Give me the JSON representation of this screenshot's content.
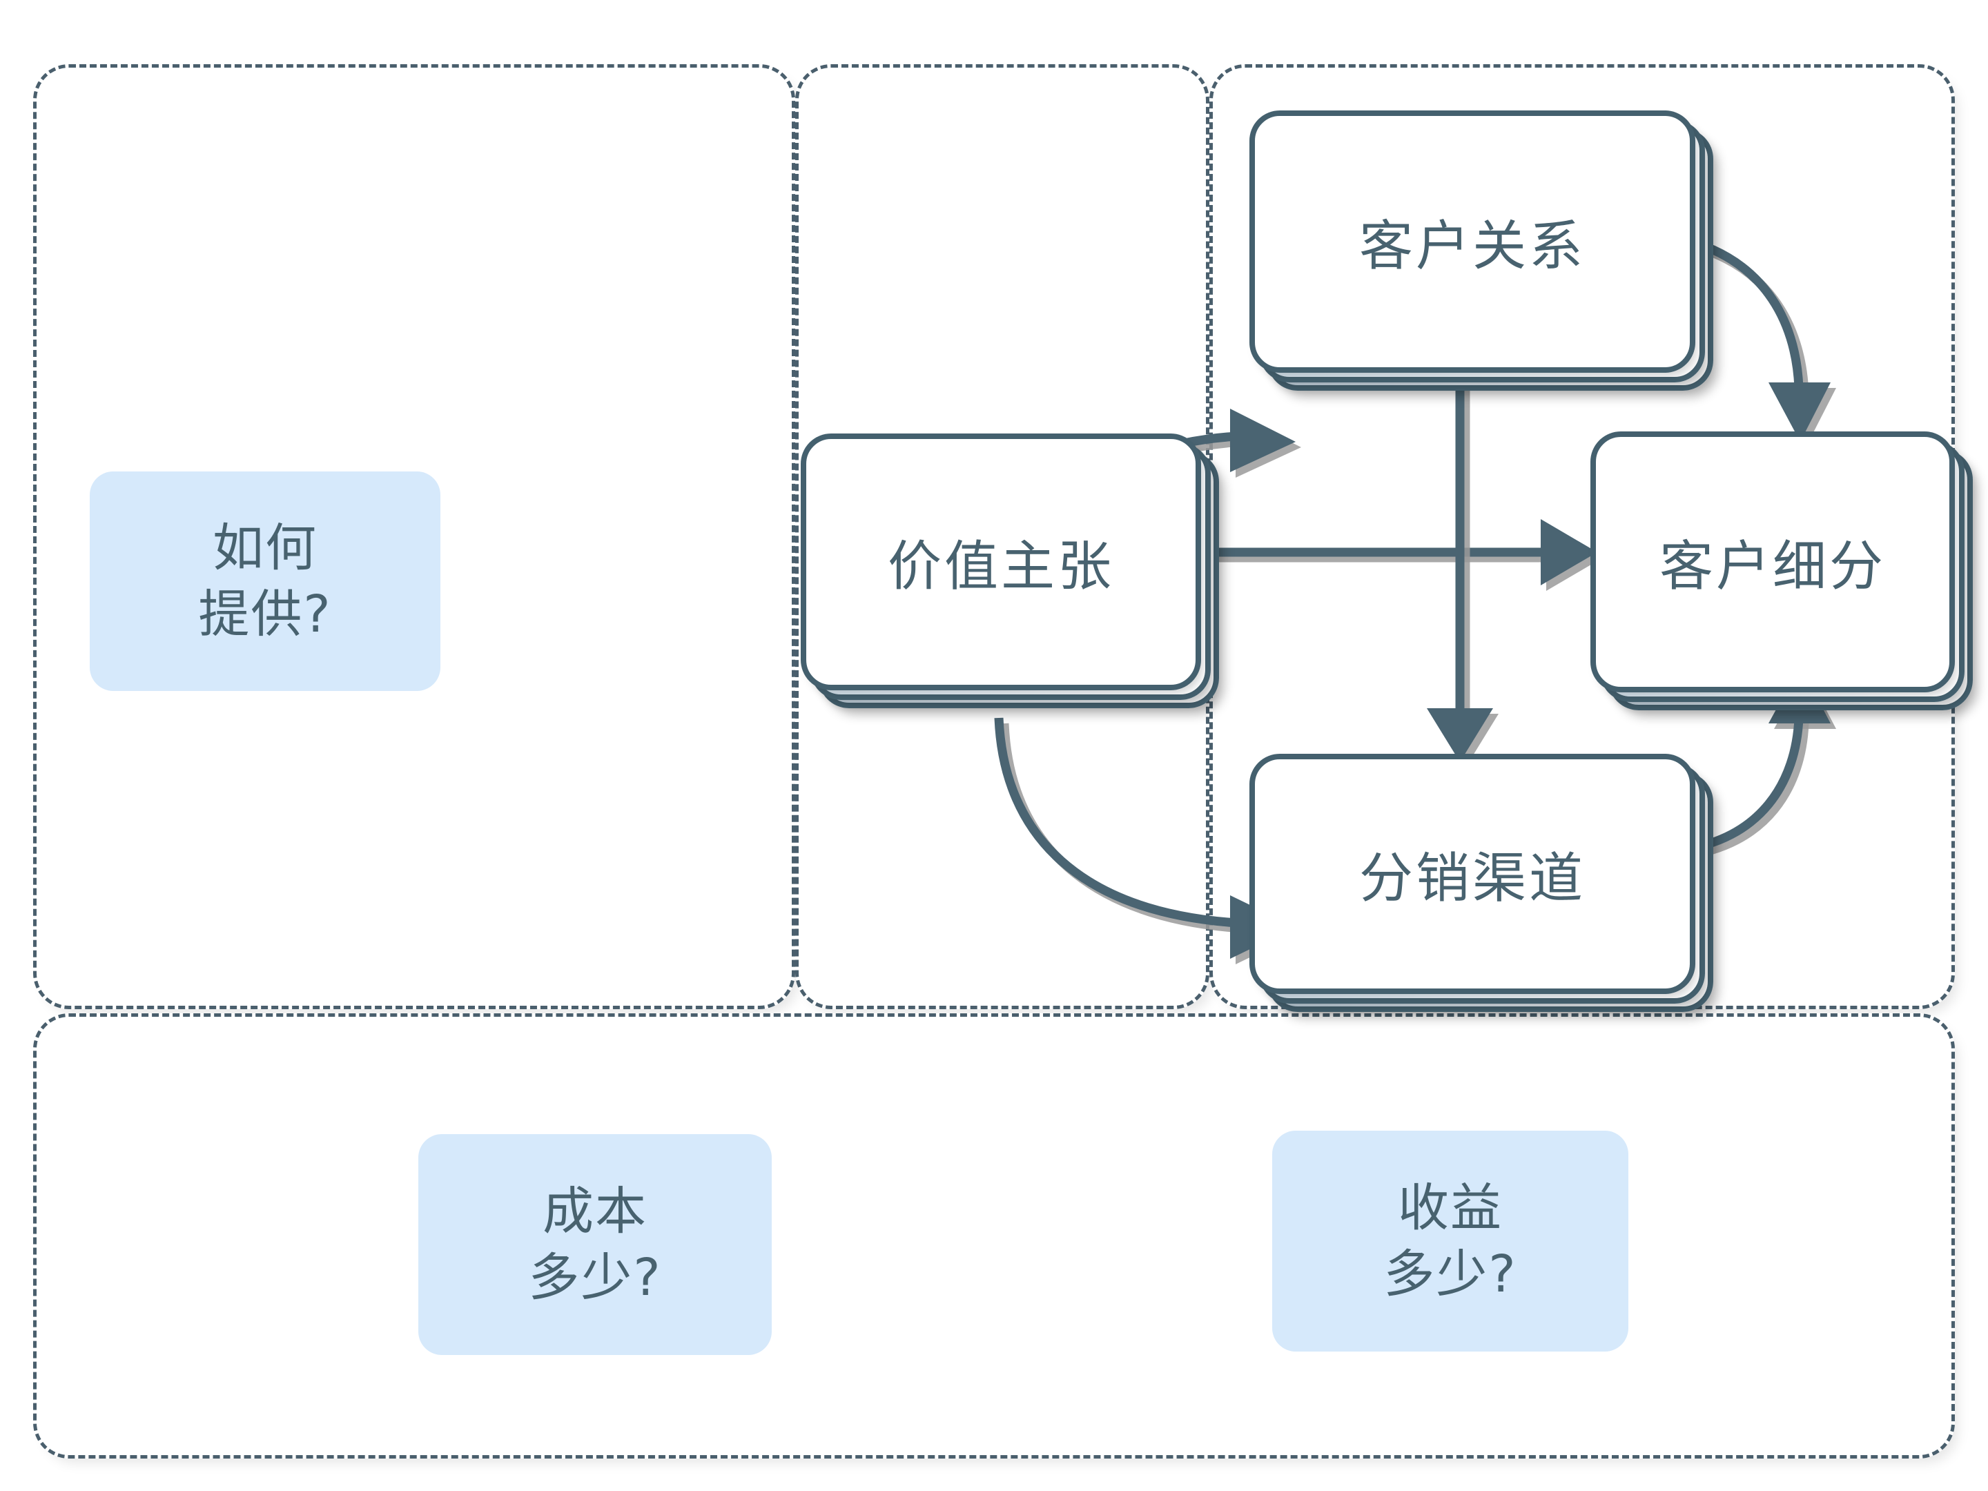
{
  "diagram": {
    "title": "Business Model Canvas (partial)",
    "accent_blue": "#d6e9fb",
    "accent_slate": "#48626f",
    "line_color": "#4a6472",
    "panel_border_color": "#4a5f6d"
  },
  "panels": [
    {
      "id": "panel-how-deliver",
      "name": "how-deliver-panel"
    },
    {
      "id": "panel-value",
      "name": "value-proposition-panel"
    },
    {
      "id": "panel-customer",
      "name": "customer-panel"
    },
    {
      "id": "panel-finance",
      "name": "finance-panel"
    }
  ],
  "question_boxes": [
    {
      "id": "q-how",
      "label": "如何\n提供?"
    },
    {
      "id": "q-cost",
      "label": "成本\n多少?"
    },
    {
      "id": "q-revenue",
      "label": "收益\n多少?"
    }
  ],
  "nodes": [
    {
      "id": "n-value",
      "label": "价值主张"
    },
    {
      "id": "n-relation",
      "label": "客户关系"
    },
    {
      "id": "n-segment",
      "label": "客户细分"
    },
    {
      "id": "n-channel",
      "label": "分销渠道"
    }
  ],
  "edges": [
    {
      "id": "e1",
      "from": "价值主张",
      "to": "客户关系",
      "style": "curved"
    },
    {
      "id": "e2",
      "from": "价值主张",
      "to": "客户细分",
      "style": "straight"
    },
    {
      "id": "e3",
      "from": "价值主张",
      "to": "分销渠道",
      "style": "curved"
    },
    {
      "id": "e4",
      "from": "客户关系",
      "to": "客户细分",
      "style": "curved"
    },
    {
      "id": "e5",
      "from": "客户关系",
      "to": "分销渠道",
      "style": "straight"
    },
    {
      "id": "e6",
      "from": "分销渠道",
      "to": "客户细分",
      "style": "curved"
    }
  ]
}
